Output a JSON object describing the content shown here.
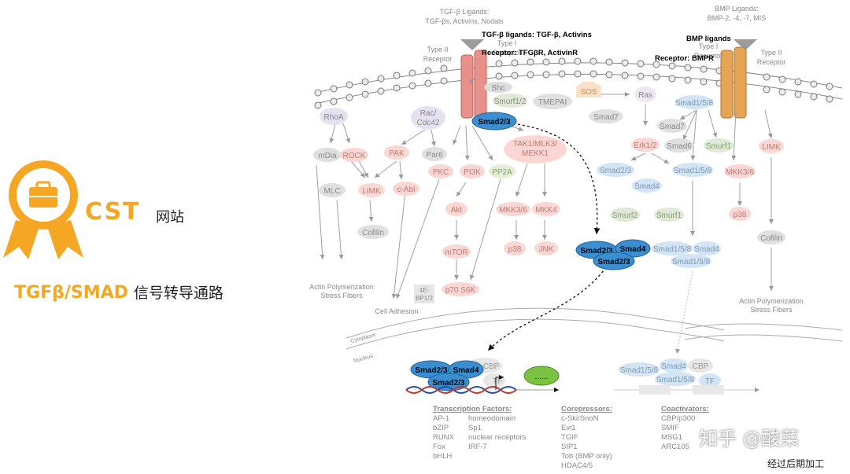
{
  "brand": {
    "name": "CST",
    "site": "网站",
    "pathway_en": "TGFβ/SMAD",
    "pathway_cn": "信号转导通路"
  },
  "colors": {
    "accent": "#f5a623",
    "receptor_tgf": "#e8908a",
    "receptor_bmp": "#e6a455",
    "smad_active": "#3b8fd0"
  },
  "labels": {
    "tgf_ligands_grey": [
      "TGF-β Ligands:",
      "TGF-βs, Activins, Nodals"
    ],
    "tgf_ligands_bold": "TGF-β ligands: TGF-β, Activins",
    "tgf_receptor_bold": "Receptor: TFGβR, ActivinR",
    "bmp_ligands_grey": [
      "BMP Ligands:",
      "BMP-2, -4, -7, MIS"
    ],
    "bmp_ligands_bold": "BMP ligands",
    "bmp_receptor_bold": "Receptor: BMPR",
    "type2_left": [
      "Type II",
      "Receptor"
    ],
    "type1_left": [
      "Type I",
      "Receptor"
    ],
    "type1_right": [
      "Type I",
      "Receptor"
    ],
    "type2_right": [
      "Type II",
      "Receptor"
    ],
    "actin_left": [
      "Actin Polymerization",
      "Stress Fibers"
    ],
    "actin_right": [
      "Actin Polymerization",
      "Stress Fibers"
    ],
    "cell_adhesion": "Cell Adhesion",
    "cytoplasm": "Cytoplasm",
    "nucleus": "Nucleus",
    "dna_dots": "......"
  },
  "nodes": {
    "shc": "Shc",
    "smurf12": "Smurf1/2",
    "tmepai": "TMEPAI",
    "sos": "SOS",
    "ras": "Ras",
    "smad7_a": "Smad7",
    "smad23_active": "Smad2/3",
    "rhoa": "RhoA",
    "raccdc42": [
      "Rac/",
      "Cdc42"
    ],
    "tak1": [
      "TAK1/MLK3/",
      "MEKK1"
    ],
    "mdia": "mDia",
    "rock": "ROCK",
    "pak": "PAK",
    "par6": "Par6",
    "pkc": "PKC",
    "pi3k": "PI3K",
    "pp2a": "PP2A",
    "mlc": "MLC",
    "limk_a": "LIMK",
    "cabl": "c-Abl",
    "cofilin_a": "Cofilin",
    "akt": "Akt",
    "mtor": "mTOR",
    "ebp": [
      "4E-",
      "BP1/2"
    ],
    "p70s6k": "p70 S6K",
    "mkk36_a": "MKK3/6",
    "mkk4": "MKK4",
    "p38_a": "p38",
    "jnk": "JNK",
    "smad158_top": "Smad1/5/8",
    "smad7_b": "Smad7",
    "smad6": "Smad6",
    "smurf1_a": "Smurf1",
    "erk12": "Erk1/2",
    "smad23_grey": "Smad2/3",
    "smad158_mid": "Smad1/5/8",
    "mkk36_b": "MKK3/6",
    "limk_b": "LIMK",
    "p38_b": "p38",
    "smad4_grey": "Smad4",
    "smurf2": "Smurf2",
    "smurf1_b": "Smurf1",
    "cofilin_b": "Cofilin",
    "complex_smad23_a": "Smad2/3",
    "complex_smad4": "Smad4",
    "complex_smad23_b": "Smad2/3",
    "bmp_smad158_a": "Smad1/5/8",
    "bmp_smad4": "Smad4",
    "bmp_smad158_b": "Smad1/5/8",
    "nuc_smad23_a": "Smad2/3",
    "nuc_smad4": "Smad4",
    "nuc_smad23_b": "Smad2/3",
    "nuc_cbp": "CBP",
    "nuc_tf": "TF",
    "nuc_r_smad158_a": "Smad1/5/8",
    "nuc_r_smad4": "Smad4",
    "nuc_r_cbp": "CBP",
    "nuc_r_smad158_b": "Smad1/5/8",
    "nuc_r_tf": "TF"
  },
  "tables": {
    "transcription_factors": {
      "title": "Transcription Factors:",
      "col1": [
        "AP-1",
        "bZIP",
        "RUNX",
        "Fox",
        "bHLH"
      ],
      "col2": [
        "homeodomain",
        "Sp1",
        "nuclear receptors",
        "IRF-7"
      ]
    },
    "corepressors": {
      "title": "Corepressors:",
      "items": [
        "c-Ski/SnoN",
        "Evi1",
        "TGIF",
        "SIP1",
        "Tob (BMP only)",
        "HDAC4/5"
      ]
    },
    "coactivators": {
      "title": "Coactivators:",
      "items": [
        "CBP/p300",
        "SMIF",
        "MSG1",
        "ARC105"
      ]
    }
  },
  "watermark": "知乎 @酸菜",
  "note": "经过后期加工"
}
